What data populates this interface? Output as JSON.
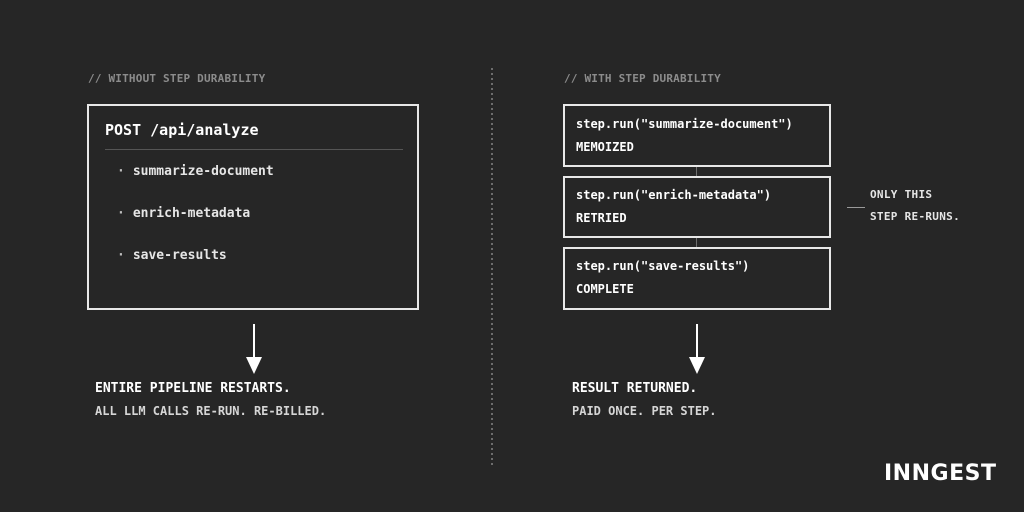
{
  "left": {
    "heading": "// WITHOUT STEP DURABILITY",
    "endpoint": "POST /api/analyze",
    "items": [
      {
        "bullet": "·",
        "label": "summarize-document"
      },
      {
        "bullet": "·",
        "label": "enrich-metadata"
      },
      {
        "bullet": "·",
        "label": "save-results"
      }
    ],
    "outcome": {
      "title": "ENTIRE PIPELINE RESTARTS.",
      "subtitle": "ALL LLM CALLS RE-RUN. RE-BILLED."
    }
  },
  "right": {
    "heading": "// WITH STEP DURABILITY",
    "steps": [
      {
        "code": "step.run(\"summarize-document\")",
        "status": "MEMOIZED"
      },
      {
        "code": "step.run(\"enrich-metadata\")",
        "status": "RETRIED"
      },
      {
        "code": "step.run(\"save-results\")",
        "status": "COMPLETE"
      }
    ],
    "note_line1": "ONLY THIS",
    "note_line2": "STEP RE-RUNS.",
    "outcome": {
      "title": "RESULT RETURNED.",
      "subtitle": "PAID ONCE. PER STEP."
    }
  },
  "brand": {
    "logo_text": "INNGEST"
  },
  "colors": {
    "background": "#262626",
    "foreground": "#f2f2f2",
    "muted": "#8c8c8c"
  }
}
